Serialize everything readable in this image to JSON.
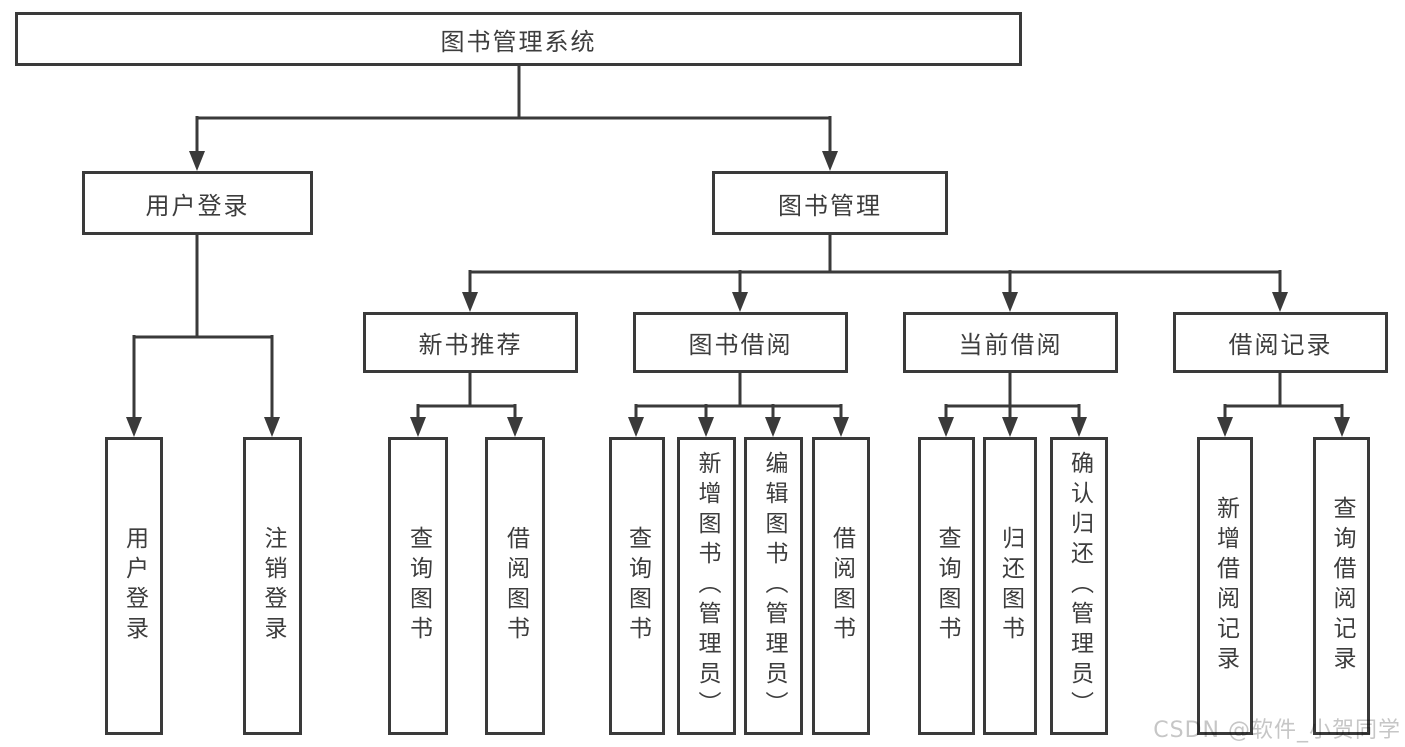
{
  "diagram": {
    "title": "图书管理系统",
    "colors": {
      "line": "#3a3a3a",
      "box_border": "#3a3a3a",
      "text": "#3d3d3d",
      "watermark": "#c6c6c6",
      "background": "#ffffff"
    },
    "nodes": {
      "root": {
        "label": "图书管理系统"
      },
      "user_login_group": {
        "label": "用户登录"
      },
      "book_management": {
        "label": "图书管理"
      },
      "new_book_recommend": {
        "label": "新书推荐"
      },
      "book_borrowing": {
        "label": "图书借阅"
      },
      "current_borrowing": {
        "label": "当前借阅"
      },
      "borrowing_records": {
        "label": "借阅记录"
      },
      "leaf_user_login": {
        "label": "用户登录"
      },
      "leaf_logout": {
        "label": "注销登录"
      },
      "leaf_query_books_1": {
        "label": "查询图书"
      },
      "leaf_borrow_books_1": {
        "label": "借阅图书"
      },
      "leaf_query_books_2": {
        "label": "查询图书"
      },
      "leaf_add_book_admin": {
        "label": "新增图书（管理员）"
      },
      "leaf_edit_book_admin": {
        "label": "编辑图书（管理员）"
      },
      "leaf_borrow_books_2": {
        "label": "借阅图书"
      },
      "leaf_query_books_3": {
        "label": "查询图书"
      },
      "leaf_return_book": {
        "label": "归还图书"
      },
      "leaf_confirm_return_admin": {
        "label": "确认归还（管理员）"
      },
      "leaf_add_borrow_record": {
        "label": "新增借阅记录"
      },
      "leaf_query_borrow_record": {
        "label": "查询借阅记录"
      }
    },
    "edges": [
      "图书管理系统→用户登录",
      "图书管理系统→图书管理",
      "用户登录→用户登录",
      "用户登录→注销登录",
      "图书管理→新书推荐",
      "图书管理→图书借阅",
      "图书管理→当前借阅",
      "图书管理→借阅记录",
      "新书推荐→查询图书",
      "新书推荐→借阅图书",
      "图书借阅→查询图书",
      "图书借阅→新增图书（管理员）",
      "图书借阅→编辑图书（管理员）",
      "图书借阅→借阅图书",
      "当前借阅→查询图书",
      "当前借阅→归还图书",
      "当前借阅→确认归还（管理员）",
      "借阅记录→新增借阅记录",
      "借阅记录→查询借阅记录"
    ]
  },
  "watermark": {
    "text": "CSDN @软件_小贺同学"
  }
}
